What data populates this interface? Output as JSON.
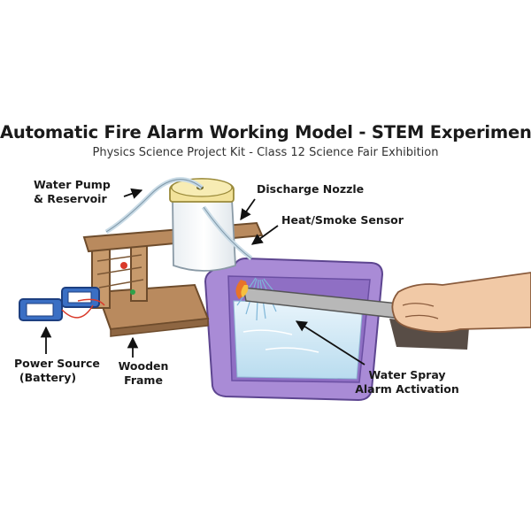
{
  "header": {
    "title": "Automatic Fire Alarm Working Model - STEM Experiment",
    "subtitle": "Physics Science Project Kit - Class 12 Science Fair Exhibition"
  },
  "labels": {
    "water_pump": [
      "Water Pump",
      "& Reservoir"
    ],
    "discharge_nozzle": "Discharge Nozzle",
    "heat_sensor": "Heat/Smoke Sensor",
    "power_source": [
      "Power Source",
      "(Battery)"
    ],
    "wooden_frame": [
      "Wooden",
      "Frame"
    ],
    "water_spray": [
      "Water Spray",
      "Alarm Activation"
    ]
  },
  "colors": {
    "wood": "#b98a5e",
    "wood_dark": "#7a5634",
    "tub": "#a98bd6",
    "tub_dark": "#7c5fb0",
    "water": "#cfe8f5",
    "jar_lid": "#f2e29a",
    "hand": "#f1c9a6",
    "battery": "#3a6fc4",
    "flame": "#e8732a"
  }
}
